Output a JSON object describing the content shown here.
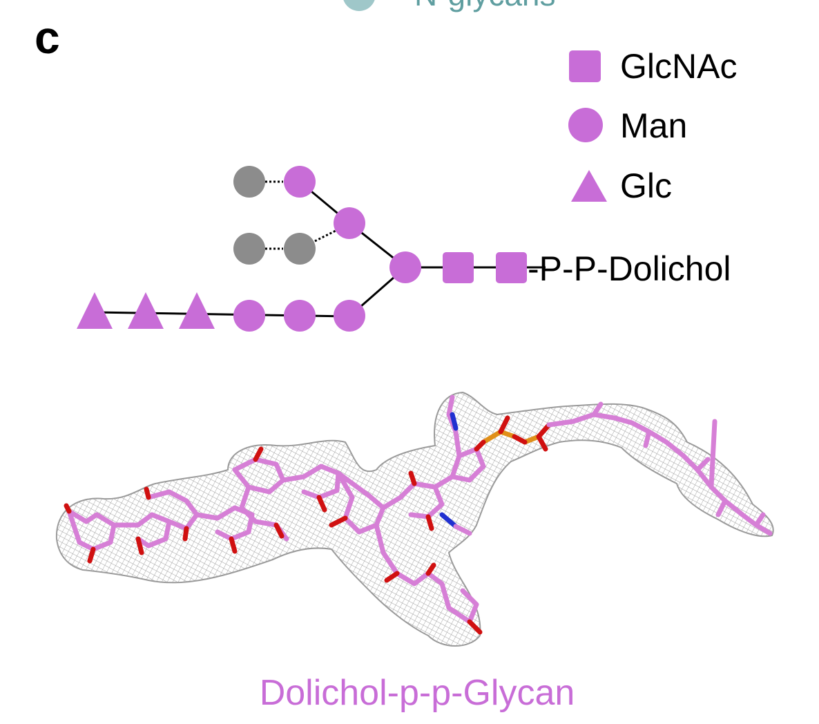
{
  "header": {
    "cropped_text": "N-glycans",
    "cropped_color": "#5f9ea0"
  },
  "panel": {
    "label": "c"
  },
  "legend": {
    "items": [
      {
        "shape": "square",
        "label": "GlcNAc"
      },
      {
        "shape": "circle",
        "label": "Man"
      },
      {
        "shape": "triangle",
        "label": "Glc"
      }
    ]
  },
  "glycan": {
    "anchor_label": "-P-P-Dolichol",
    "colors": {
      "sugar": "#c86dd7",
      "missing": "#8c8c8c",
      "bond": "#000000"
    }
  },
  "structure": {
    "caption": "Dolichol-p-p-Glycan",
    "colors": {
      "carbon": "#d67fd6",
      "oxygen": "#d01010",
      "nitrogen": "#2030d0",
      "phosphorus": "#e0901a",
      "mesh": "#9a9a9a"
    }
  }
}
